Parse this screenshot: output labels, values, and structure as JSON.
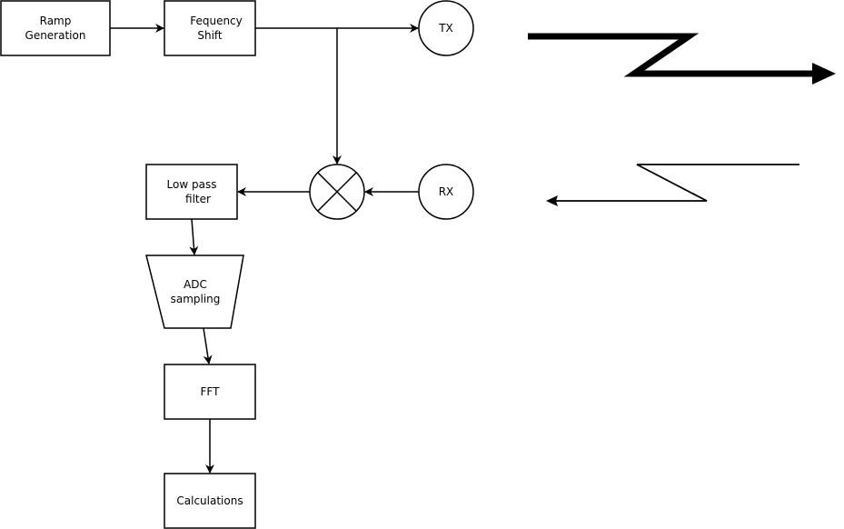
{
  "blocks": {
    "ramp": [
      "Ramp",
      "Generation"
    ],
    "freq": [
      "Fequency",
      "Shift"
    ],
    "tx": "TX",
    "rx": "RX",
    "lpf": [
      "Low pass",
      "filter"
    ],
    "adc": [
      "ADC",
      "sampling"
    ],
    "fft": "FFT",
    "calc": "Calculations"
  }
}
